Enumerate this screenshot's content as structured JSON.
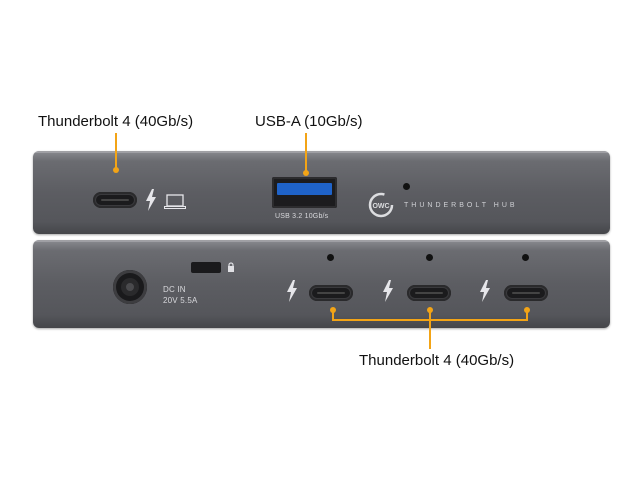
{
  "labels": {
    "tb4_top": "Thunderbolt 4 (40Gb/s)",
    "usba_top": "USB-A (10Gb/s)",
    "tb4_bottom": "Thunderbolt 4 (40Gb/s)"
  },
  "front": {
    "usb_caption": "USB 3.2 10Gb/s",
    "brand_text": "THUNDERBOLT HUB",
    "logo_text": "OWC"
  },
  "rear": {
    "dc_line1": "DC IN",
    "dc_line2": "20V 5.5A"
  },
  "colors": {
    "callout": "#f3a416",
    "usb_blue": "#1f63c9",
    "chassis": "#5c5d62"
  },
  "icons": [
    "thunderbolt-icon",
    "laptop-icon",
    "lock-icon",
    "owc-logo-icon",
    "power-jack-icon"
  ]
}
